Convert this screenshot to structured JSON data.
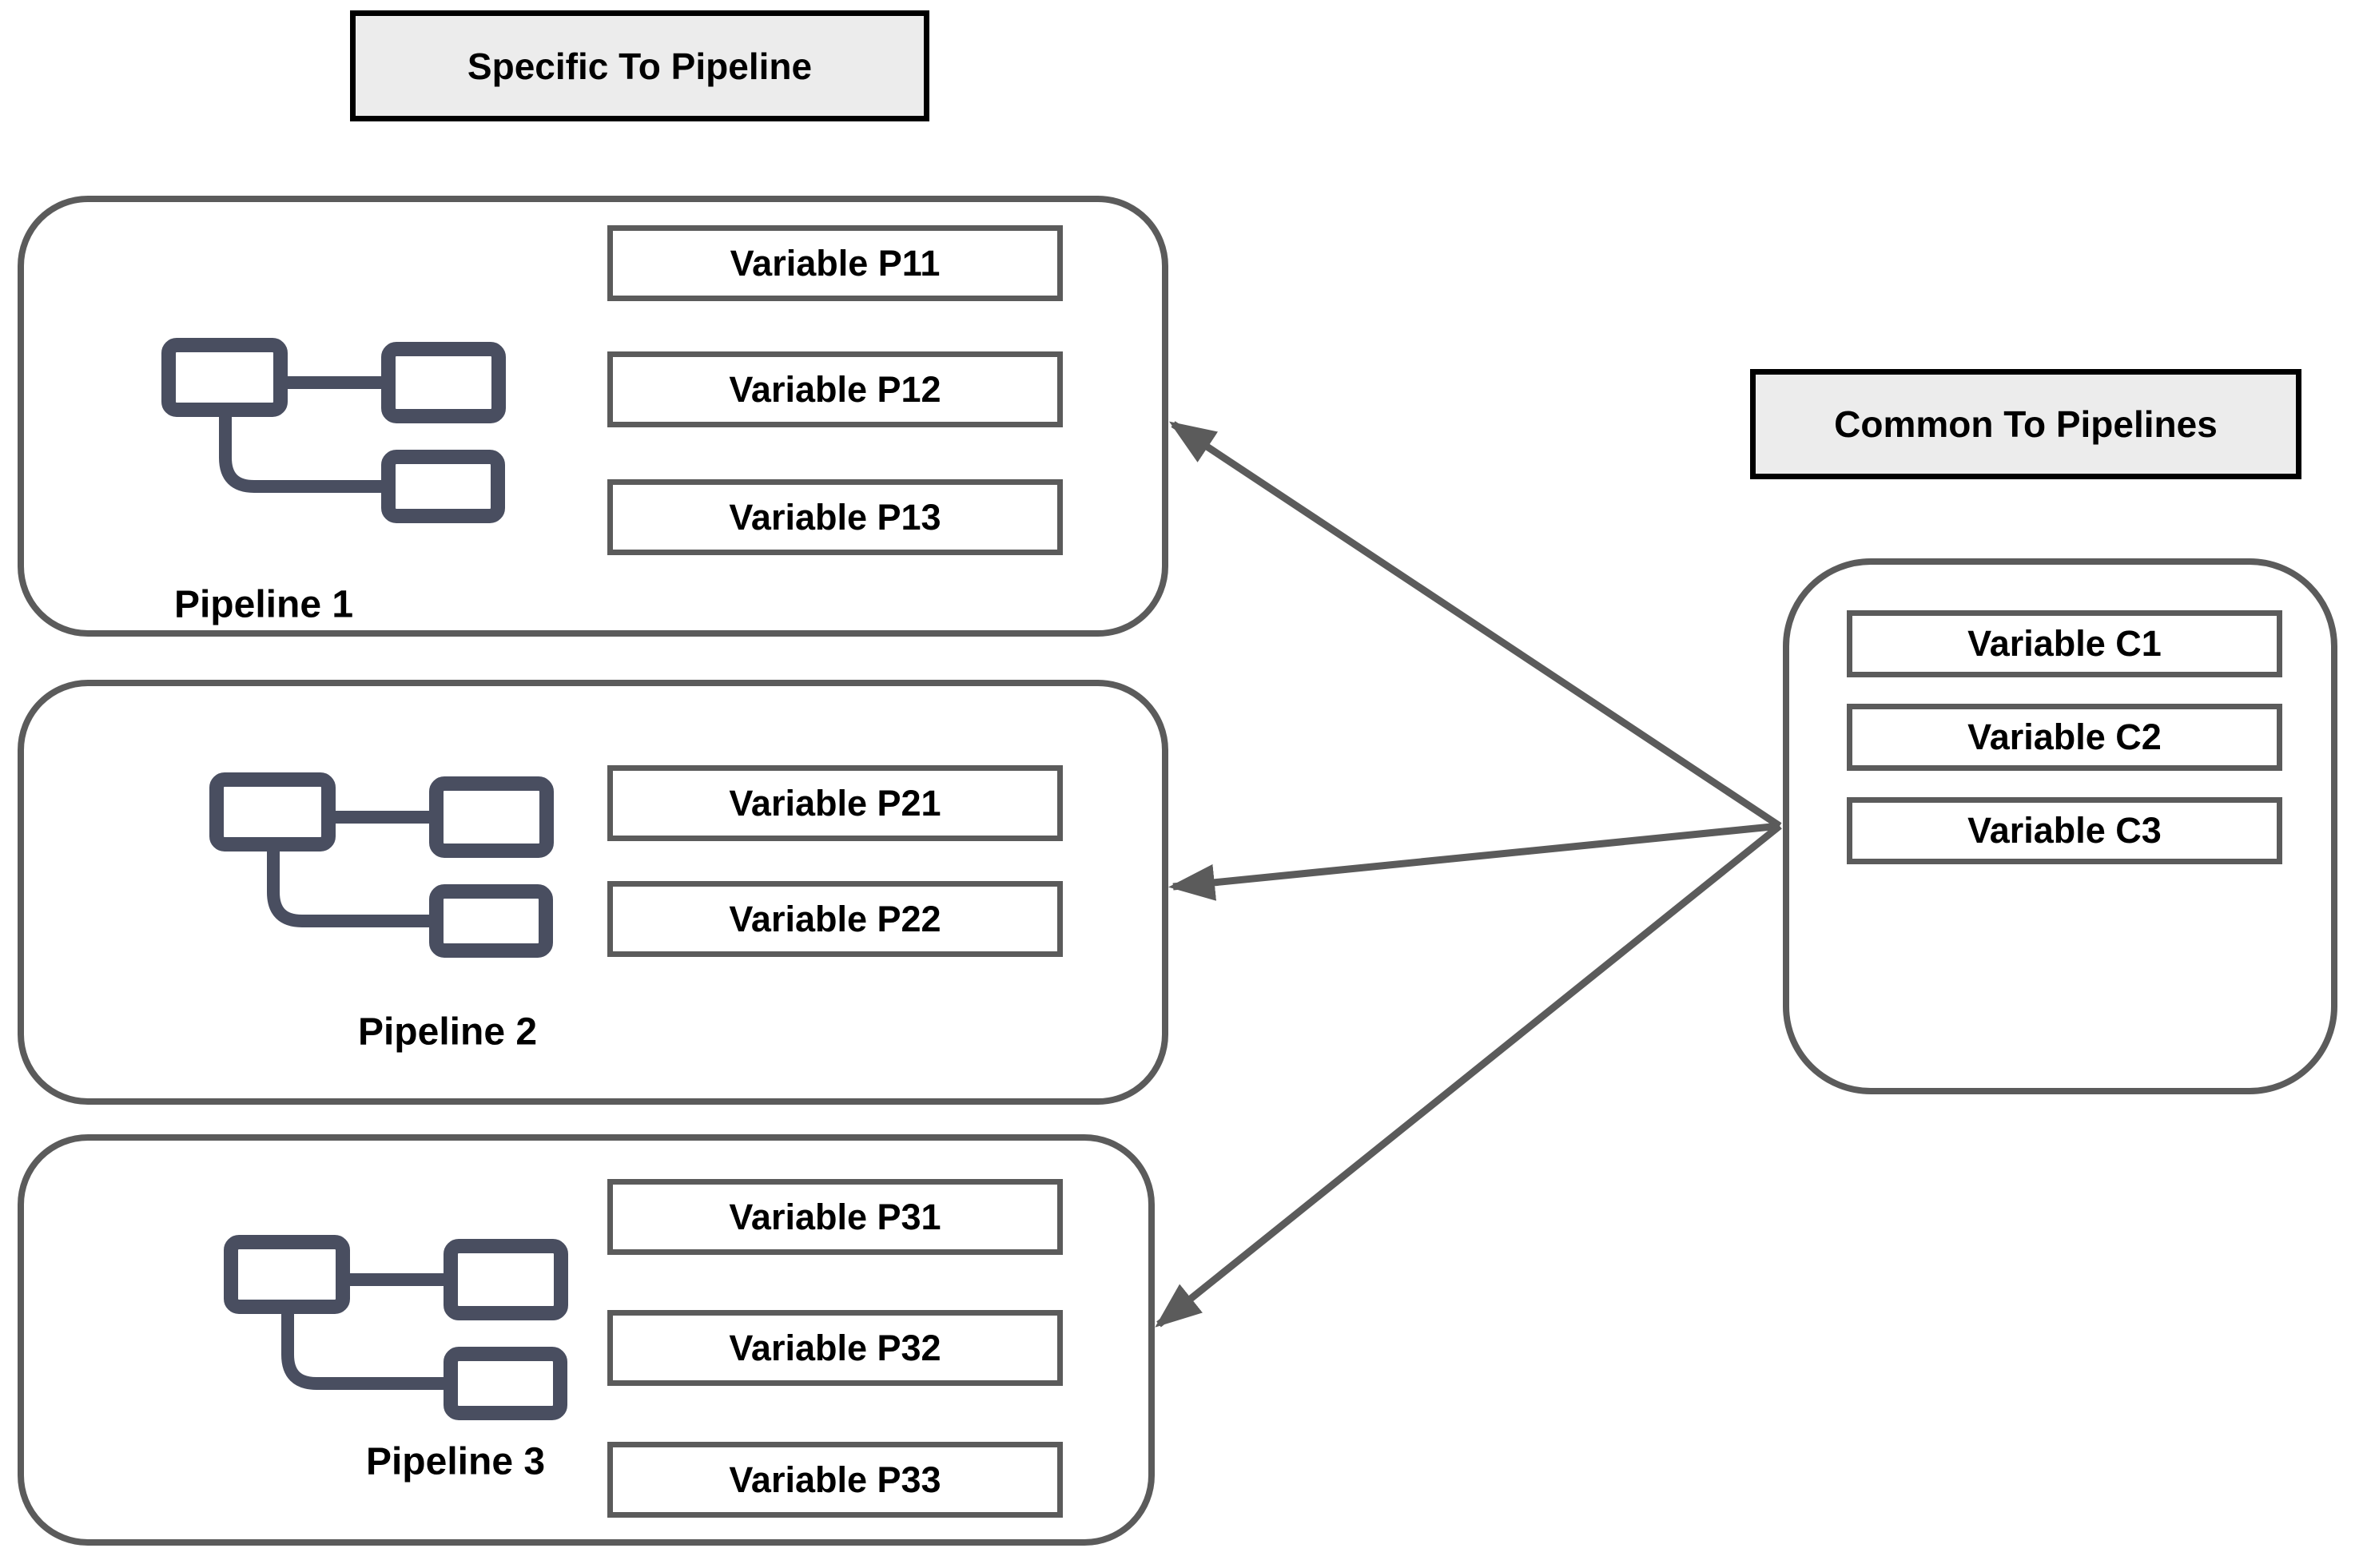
{
  "diagram": {
    "specific_title": "Specific To Pipeline",
    "common_title": "Common To Pipelines"
  },
  "pipelines": [
    {
      "label": "Pipeline 1",
      "variables": [
        "Variable P11",
        "Variable P12",
        "Variable P13"
      ]
    },
    {
      "label": "Pipeline 2",
      "variables": [
        "Variable P21",
        "Variable P22"
      ]
    },
    {
      "label": "Pipeline 3",
      "variables": [
        "Variable P31",
        "Variable P32",
        "Variable P33"
      ]
    }
  ],
  "common_group": {
    "variables": [
      "Variable C1",
      "Variable C2",
      "Variable C3"
    ]
  },
  "colors": {
    "outline": "#5b5b5b",
    "title_fill": "#ececec",
    "title_border": "#000000",
    "icon": "#494e60",
    "text": "#000000",
    "background": "#ffffff"
  }
}
